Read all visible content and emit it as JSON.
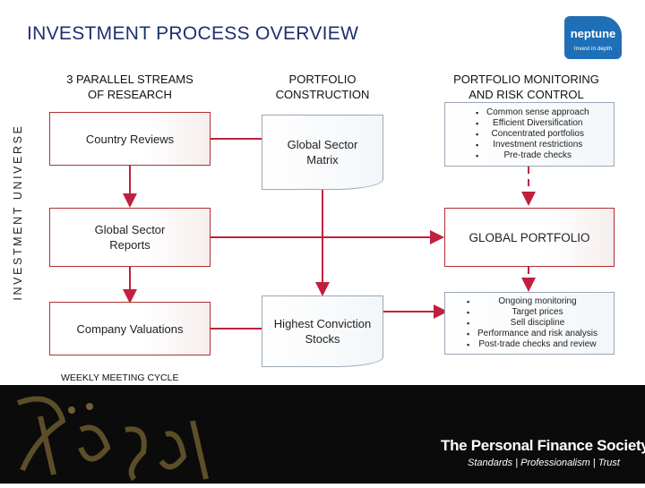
{
  "title": "INVESTMENT PROCESS OVERVIEW",
  "logo": {
    "name": "neptune",
    "tagline": "Invest in depth",
    "color": "#1f6fb7"
  },
  "vertical_label": "INVESTMENT UNIVERSE",
  "columns": {
    "research": "3 PARALLEL STREAMS\nOF RESEARCH",
    "construction": "PORTFOLIO\nCONSTRUCTION",
    "monitoring": "PORTFOLIO MONITORING\nAND RISK CONTROL"
  },
  "research_boxes": [
    "Country Reviews",
    "Global Sector\nReports",
    "Company Valuations"
  ],
  "construction_boxes": [
    "Global Sector\nMatrix",
    "Highest Conviction\nStocks"
  ],
  "global_portfolio": "GLOBAL PORTFOLIO",
  "top_bullets": [
    "Common sense approach",
    "Efficient Diversification",
    "Concentrated portfolios",
    "Investment restrictions",
    "Pre-trade checks"
  ],
  "bottom_bullets": [
    "Ongoing monitoring",
    "Target prices",
    "Sell discipline",
    "Performance and risk analysis",
    "Post-trade checks and review"
  ],
  "weekly_label": "WEEKLY MEETING CYCLE",
  "footer": {
    "brand_art": "Expect",
    "society_name": "The Personal Finance Society",
    "society_tagline": "Standards | Professionalism | Trust"
  },
  "colors": {
    "arrow": "#c02040",
    "title": "#1d2f6f",
    "box_border": "#b03030"
  }
}
